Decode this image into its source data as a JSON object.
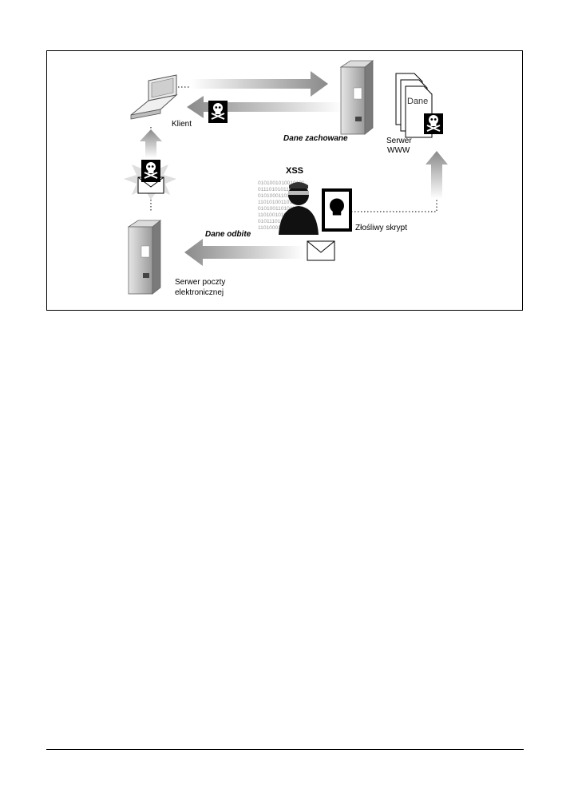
{
  "diagram": {
    "title": "XSS",
    "labels": {
      "client": "Klient",
      "web_server_line1": "Serwer",
      "web_server_line2": "WWW",
      "mail_server_line1": "Serwer poczty",
      "mail_server_line2": "elektronicznej",
      "stored_data": "Dane zachowane",
      "reflected_data": "Dane odbite",
      "malicious_script": "Złośliwy skrypt",
      "document_label": "Dane"
    },
    "binary_lines": [
      "0101001010010101",
      "0111010101101111",
      "0101000110101000",
      "1101010011010101",
      "0101001101011010",
      "1101001010110101",
      "0101110101010011",
      "1101000111010101"
    ],
    "icons": [
      "laptop-icon",
      "web-server-icon",
      "mail-server-icon",
      "documents-icon",
      "skull-icon",
      "envelope-icon",
      "hacker-icon"
    ]
  }
}
